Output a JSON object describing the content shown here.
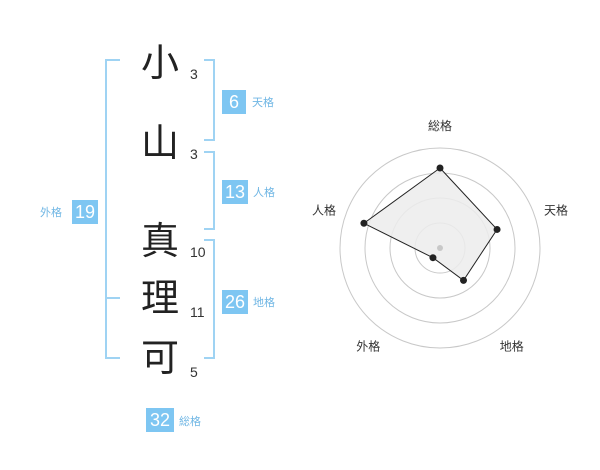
{
  "name": {
    "characters": [
      {
        "char": "小",
        "strokes": "3"
      },
      {
        "char": "山",
        "strokes": "3"
      },
      {
        "char": "真",
        "strokes": "10"
      },
      {
        "char": "理",
        "strokes": "11"
      },
      {
        "char": "可",
        "strokes": "5"
      }
    ]
  },
  "fortunes": {
    "tenkaku": {
      "value": "6",
      "label": "天格"
    },
    "jinkaku": {
      "value": "13",
      "label": "人格"
    },
    "chikaku": {
      "value": "26",
      "label": "地格"
    },
    "gaikaku": {
      "value": "19",
      "label": "外格"
    },
    "soukaku": {
      "value": "32",
      "label": "総格"
    }
  },
  "colors": {
    "accent": "#7ec6f2",
    "accent_text": "#6fb6e4",
    "bracket": "#9fd3f3",
    "grid": "#c8c8c8",
    "area_fill": "#ececec"
  },
  "chart_data": {
    "type": "radar",
    "axes": [
      "総格",
      "天格",
      "地格",
      "外格",
      "人格"
    ],
    "values": [
      4,
      3,
      2,
      0.6,
      4
    ],
    "rmax": 5,
    "rings": 4,
    "grid": true
  }
}
